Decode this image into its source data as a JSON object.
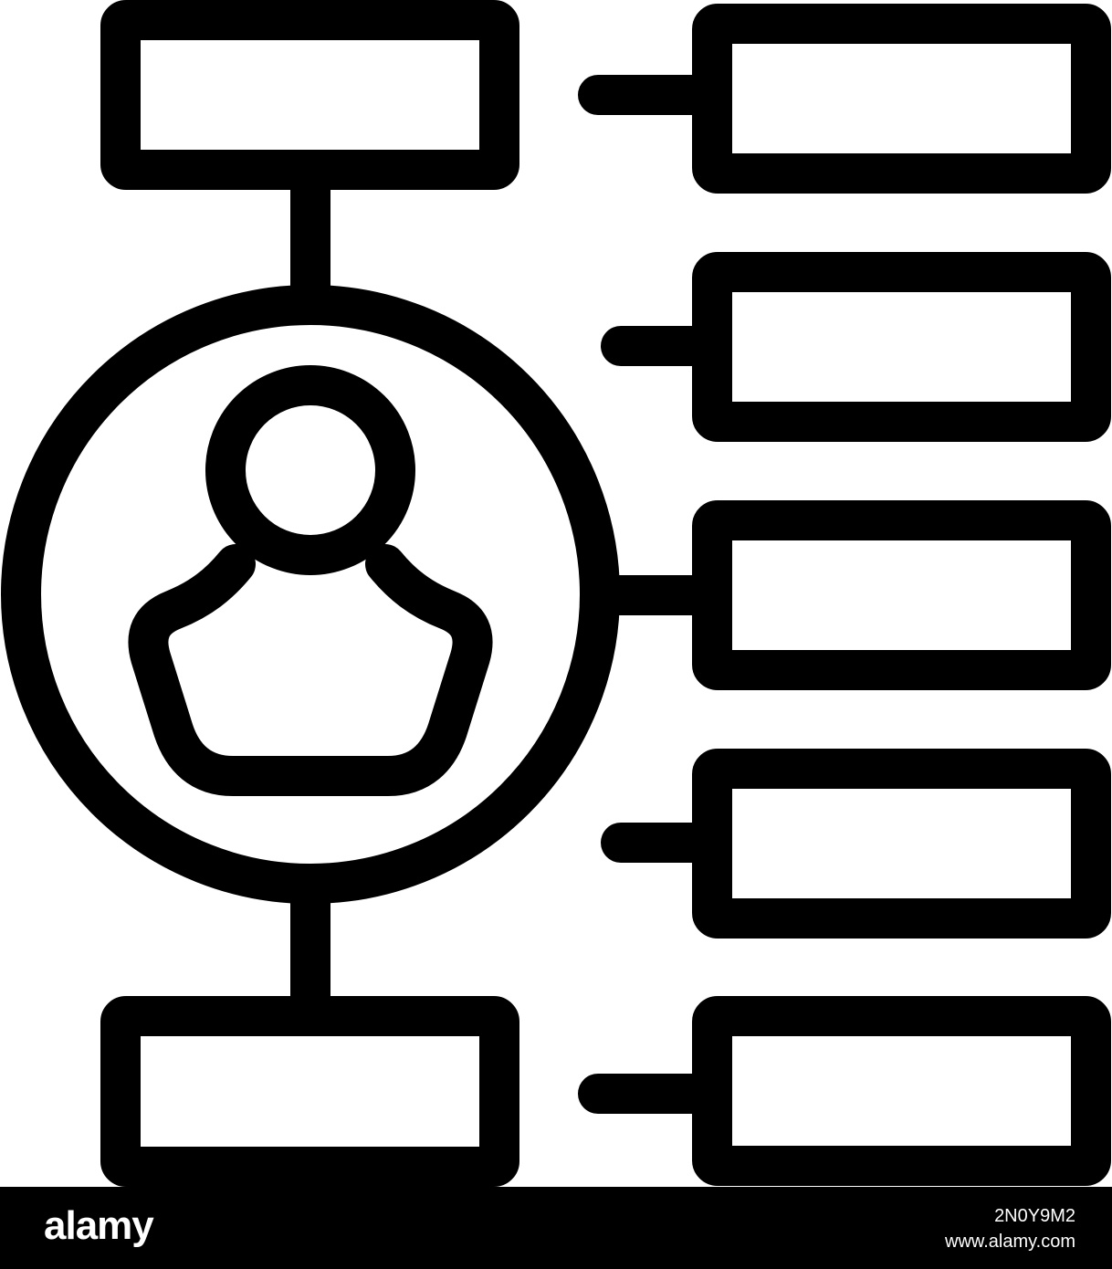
{
  "icon": {
    "name": "user-profile-flowchart-icon",
    "stroke_color": "#000000",
    "background": "#ffffff"
  },
  "watermark": {
    "brand": "alamy",
    "image_id": "2N0Y9M2",
    "site": "www.alamy.com",
    "bar_color": "#000000",
    "text_color": "#ffffff"
  }
}
